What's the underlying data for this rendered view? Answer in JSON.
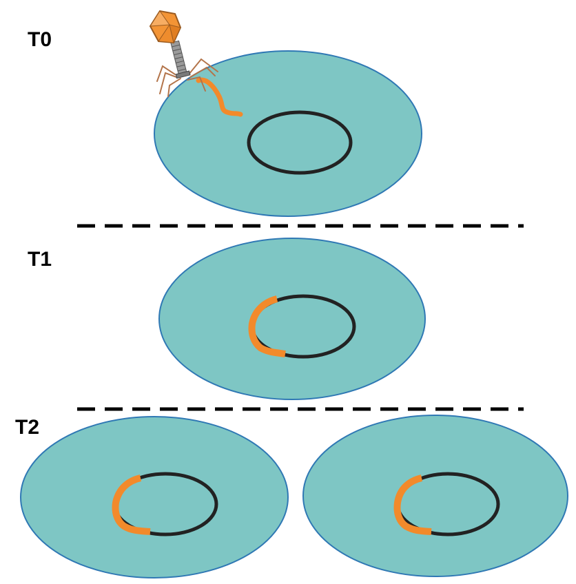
{
  "stages": [
    {
      "label": "T0"
    },
    {
      "label": "T1"
    },
    {
      "label": "T2"
    }
  ],
  "colors": {
    "cell_fill": "#7ec6c4",
    "cell_stroke": "#2f78b4",
    "chromosome": "#222222",
    "phage_dna": "#f28a2b",
    "phage_head": "#f39435",
    "phage_tail": "#9a9a9a",
    "divider": "#000000"
  },
  "icons": {
    "phage": "bacteriophage-icon"
  }
}
